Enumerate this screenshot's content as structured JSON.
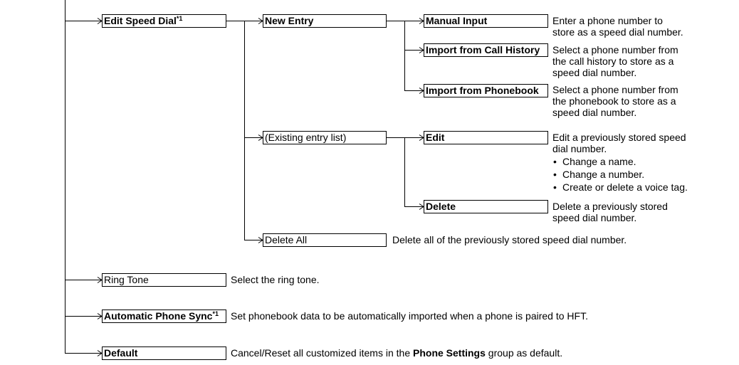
{
  "menu": {
    "edit_speed_dial": {
      "label": "Edit Speed Dial",
      "sup": "*1"
    },
    "new_entry": {
      "label": "New Entry"
    },
    "manual_input": {
      "label": "Manual Input",
      "desc": [
        "Enter a phone number to",
        "store as a speed dial number."
      ]
    },
    "import_call_history": {
      "label": "Import from Call History",
      "desc": [
        "Select a phone number from",
        "the call history to store as a",
        "speed dial number."
      ]
    },
    "import_phonebook": {
      "label": "Import from Phonebook",
      "desc": [
        "Select a phone number from",
        "the phonebook to store as a",
        "speed dial number."
      ]
    },
    "existing_entry_list": {
      "label": "(Existing entry list)"
    },
    "edit": {
      "label": "Edit",
      "desc": [
        "Edit a previously stored speed",
        "dial number."
      ],
      "bullets": [
        "Change a name.",
        "Change a number.",
        "Create or delete a voice tag."
      ]
    },
    "delete": {
      "label": "Delete",
      "desc": [
        "Delete a previously stored",
        "speed dial number."
      ]
    },
    "delete_all": {
      "label": "Delete All",
      "desc": "Delete all of the previously stored speed dial number."
    },
    "ring_tone": {
      "label": "Ring Tone",
      "desc": "Select the ring tone."
    },
    "automatic_phone_sync": {
      "label": "Automatic Phone Sync",
      "sup": "*1",
      "desc": "Set phonebook data to be automatically imported when a phone is paired to HFT."
    },
    "default": {
      "label": "Default",
      "desc_before": "Cancel/Reset all customized items in the ",
      "desc_bold": "Phone Settings",
      "desc_after": " group as default."
    }
  }
}
